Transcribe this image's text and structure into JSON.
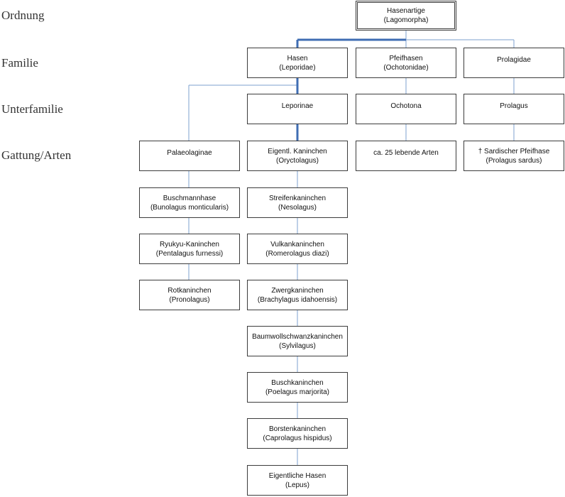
{
  "ranks": {
    "order": "Ordnung",
    "family": "Familie",
    "subfamily": "Unterfamilie",
    "genus": "Gattung/Arten"
  },
  "nodes": {
    "lagomorpha": {
      "l1": "Hasenartige",
      "l2": "(Lagomorpha)"
    },
    "leporidae": {
      "l1": "Hasen",
      "l2": "(Leporidae)"
    },
    "ochotonidae": {
      "l1": "Pfeifhasen",
      "l2": "(Ochotonidae)"
    },
    "prolagidae": {
      "l1": "Prolagidae",
      "l2": ""
    },
    "leporinae": {
      "l1": "Leporinae",
      "l2": ""
    },
    "ochotona": {
      "l1": "Ochotona",
      "l2": ""
    },
    "prolagus": {
      "l1": "Prolagus",
      "l2": ""
    },
    "palaeolaginae": {
      "l1": "Palaeolaginae",
      "l2": ""
    },
    "oryctolagus": {
      "l1": "Eigentl. Kaninchen",
      "l2": "(Oryctolagus)"
    },
    "ochotona_species": {
      "l1": "ca. 25 lebende Arten",
      "l2": ""
    },
    "prolagus_sardus": {
      "l1": "† Sardischer Pfeifhase",
      "l2": "(Prolagus sardus)"
    },
    "bunolagus": {
      "l1": "Buschmannhase",
      "l2": "(Bunolagus monticularis)"
    },
    "pentalagus": {
      "l1": "Ryukyu-Kaninchen",
      "l2": "(Pentalagus furnessi)"
    },
    "pronolagus": {
      "l1": "Rotkaninchen",
      "l2": "(Pronolagus)"
    },
    "nesolagus": {
      "l1": "Streifenkaninchen",
      "l2": "(Nesolagus)"
    },
    "romerolagus": {
      "l1": "Vulkankaninchen",
      "l2": "(Romerolagus diazi)"
    },
    "brachylagus": {
      "l1": "Zwergkaninchen",
      "l2": "(Brachylagus idahoensis)"
    },
    "sylvilagus": {
      "l1": "Baumwollschwanzkaninchen",
      "l2": "(Sylvilagus)"
    },
    "poelagus": {
      "l1": "Buschkaninchen",
      "l2": "(Poelagus marjorita)"
    },
    "caprolagus": {
      "l1": "Borstenkaninchen",
      "l2": "(Caprolagus hispidus)"
    },
    "lepus": {
      "l1": "Eigentliche Hasen",
      "l2": "(Lepus)"
    }
  },
  "colors": {
    "link_thin": "#7da1cf",
    "link_thick": "#3f6db3",
    "box_border": "#3c3c3c"
  }
}
